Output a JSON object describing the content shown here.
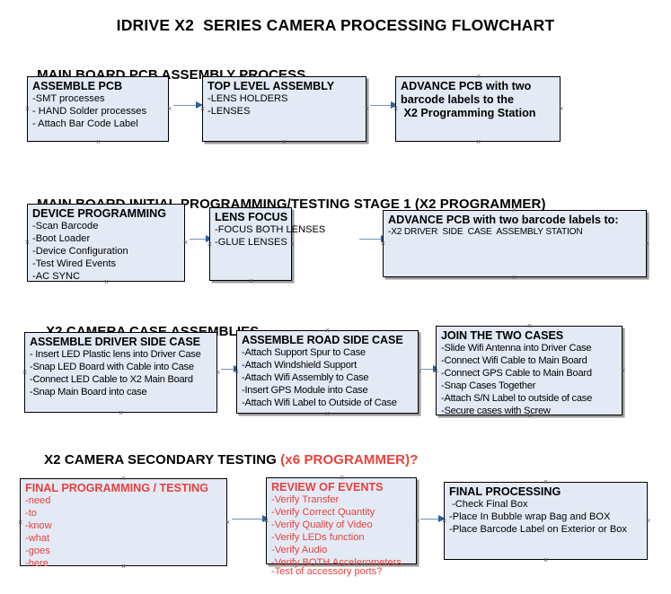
{
  "title": "IDRIVE X2  SERIES CAMERA PROCESSING FLOWCHART",
  "colors": {
    "box_fill": "#e3eaf5",
    "box_border": "#000000",
    "arrow": "#6f93b8",
    "arrow_head": "#2f5f9e",
    "accent_red": "#e8413c",
    "text": "#000000",
    "background": "#ffffff"
  },
  "sections": [
    {
      "id": "main-board-pcb-assembly-process",
      "heading": "MAIN BOARD PCB ASSEMBLY PROCESS",
      "heading_accent": "",
      "nodes": [
        {
          "id": "assemble-pcb",
          "title": "ASSEMBLE PCB",
          "lines": [
            "-SMT processes",
            "- HAND Solder processes",
            "- Attach Bar Code Label"
          ]
        },
        {
          "id": "top-level-assembly",
          "title": "TOP LEVEL ASSEMBLY",
          "lines": [
            "-LENS HOLDERS",
            "-LENSES"
          ]
        },
        {
          "id": "advance-pcb-to-x2-programming-station",
          "title": "ADVANCE PCB with two",
          "lines": [
            "barcode labels to the",
            " X2 Programming Station"
          ]
        }
      ]
    },
    {
      "id": "main-board-initial-programming-testing-stage-1",
      "heading": "MAIN BOARD INITIAL PROGRAMMING/TESTING STAGE 1 (X2 PROGRAMMER)",
      "heading_accent": "",
      "nodes": [
        {
          "id": "device-programming",
          "title": "DEVICE PROGRAMMING",
          "lines": [
            "-Scan Barcode",
            "-Boot Loader",
            "-Device Configuration",
            "-Test Wired Events",
            "-AC SYNC"
          ]
        },
        {
          "id": "lens-focus",
          "title": "LENS FOCUS",
          "lines": [
            "-FOCUS BOTH LENSES",
            "-GLUE LENSES"
          ]
        },
        {
          "id": "advance-pcb-to-driver-side-case-assembly-station",
          "title": "ADVANCE PCB with two barcode labels to:",
          "lines": [
            "-X2 DRIVER  SIDE  CASE  ASSEMBLY STATION"
          ]
        }
      ]
    },
    {
      "id": "x2-camera-case-assemblies",
      "heading": "X2 CAMERA CASE ASSEMBLIES",
      "heading_accent": "",
      "nodes": [
        {
          "id": "assemble-driver-side-case",
          "title": "ASSEMBLE DRIVER SIDE CASE",
          "lines": [
            "- Insert LED Plastic lens into Driver Case",
            "-Snap LED Board with Cable into Case",
            "-Connect LED Cable to X2 Main Board",
            "-Snap Main Board into case"
          ]
        },
        {
          "id": "assemble-road-side-case",
          "title": "ASSEMBLE ROAD SIDE CASE",
          "lines": [
            "-Attach Support Spur to Case",
            "-Attach Windshield Support",
            "-Attach Wifi Assembly to Case",
            "-Insert GPS Module into Case",
            "-Attach Wifi Label to Outside of Case"
          ]
        },
        {
          "id": "join-the-two-cases",
          "title": "JOIN THE TWO CASES",
          "lines": [
            "-Slide Wifi Antenna into Driver Case",
            "-Connect Wifi Cable to Main Board",
            "-Connect GPS Cable to Main Board",
            "-Snap Cases Together",
            "-Attach S/N Label to outside of case",
            "-Secure cases with Screw"
          ]
        }
      ]
    },
    {
      "id": "x2-camera-secondary-testing",
      "heading": "X2 CAMERA SECONDARY TESTING ",
      "heading_accent": "(x6 PROGRAMMER)?",
      "nodes": [
        {
          "id": "final-programming-testing",
          "title": "FINAL PROGRAMMING / TESTING",
          "lines": [
            "-need",
            "-to",
            "-know",
            "-what",
            "-goes",
            "-here"
          ]
        },
        {
          "id": "review-of-events",
          "title": "REVIEW OF EVENTS",
          "lines": [
            "-Verify Transfer",
            "-Verify Correct Quantity",
            "-Verify Quality of Video",
            "-Verify LEDs function",
            "-Verify Audio",
            "-Verify BOTH Accelerometers"
          ],
          "overflow_line": "-Test of accessory ports?"
        },
        {
          "id": "final-processing",
          "title": "FINAL PROCESSING",
          "lines": [
            " -Check Final Box",
            "-Place In Bubble wrap Bag and BOX",
            "-Place Barcode Label on Exterior or Box"
          ]
        }
      ]
    }
  ]
}
